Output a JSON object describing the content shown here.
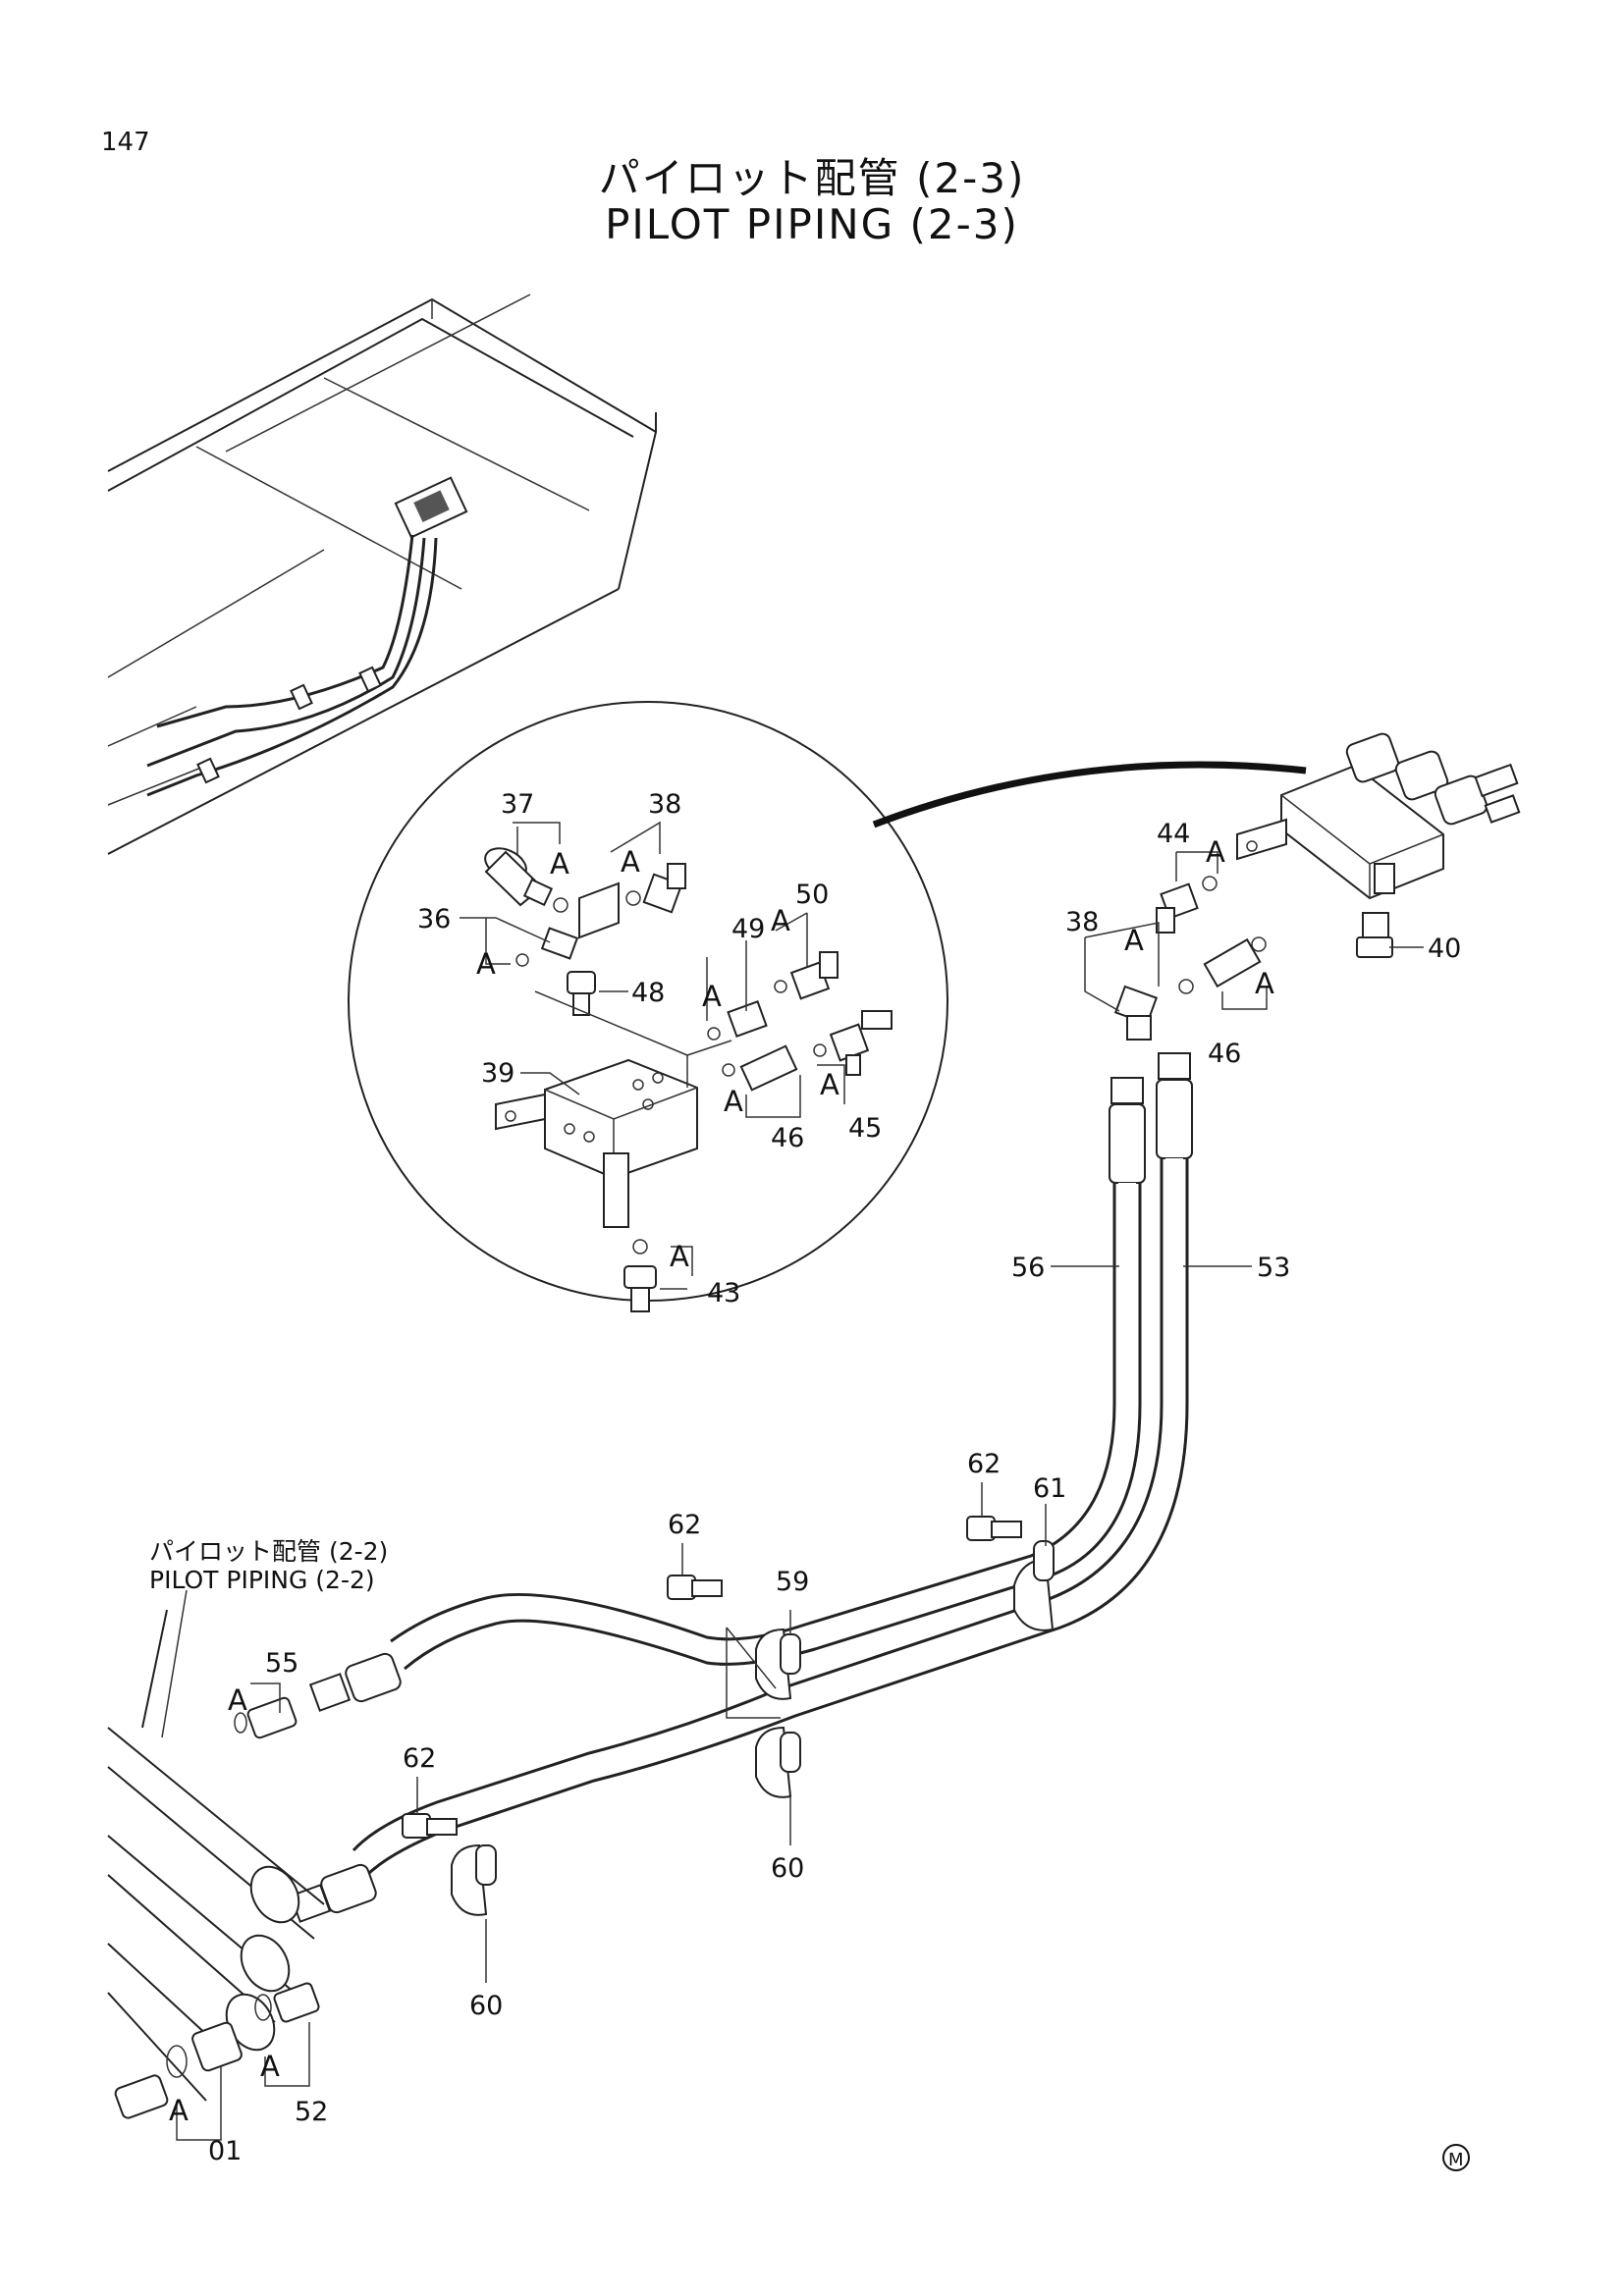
{
  "page_number": "147",
  "title_jp": "パイロット配管 (2-3)",
  "title_en": "PILOT PIPING (2-3)",
  "reference": {
    "jp": "パイロット配管 (2-2)",
    "en": "PILOT PIPING (2-2)"
  },
  "callouts": {
    "p37": "37",
    "p38a": "38",
    "p36": "36",
    "p48": "48",
    "p49": "49",
    "p50": "50",
    "p39": "39",
    "p45": "45",
    "p46a": "46",
    "p43": "43",
    "p44": "44",
    "p38b": "38",
    "p40": "40",
    "p46b": "46",
    "p56": "56",
    "p53": "53",
    "p62a": "62",
    "p61": "61",
    "p62b": "62",
    "p59": "59",
    "p55": "55",
    "p62c": "62",
    "p60a": "60",
    "p60b": "60",
    "p52": "52",
    "p01": "01"
  },
  "oring_marker": "A",
  "logo_mark": "M"
}
